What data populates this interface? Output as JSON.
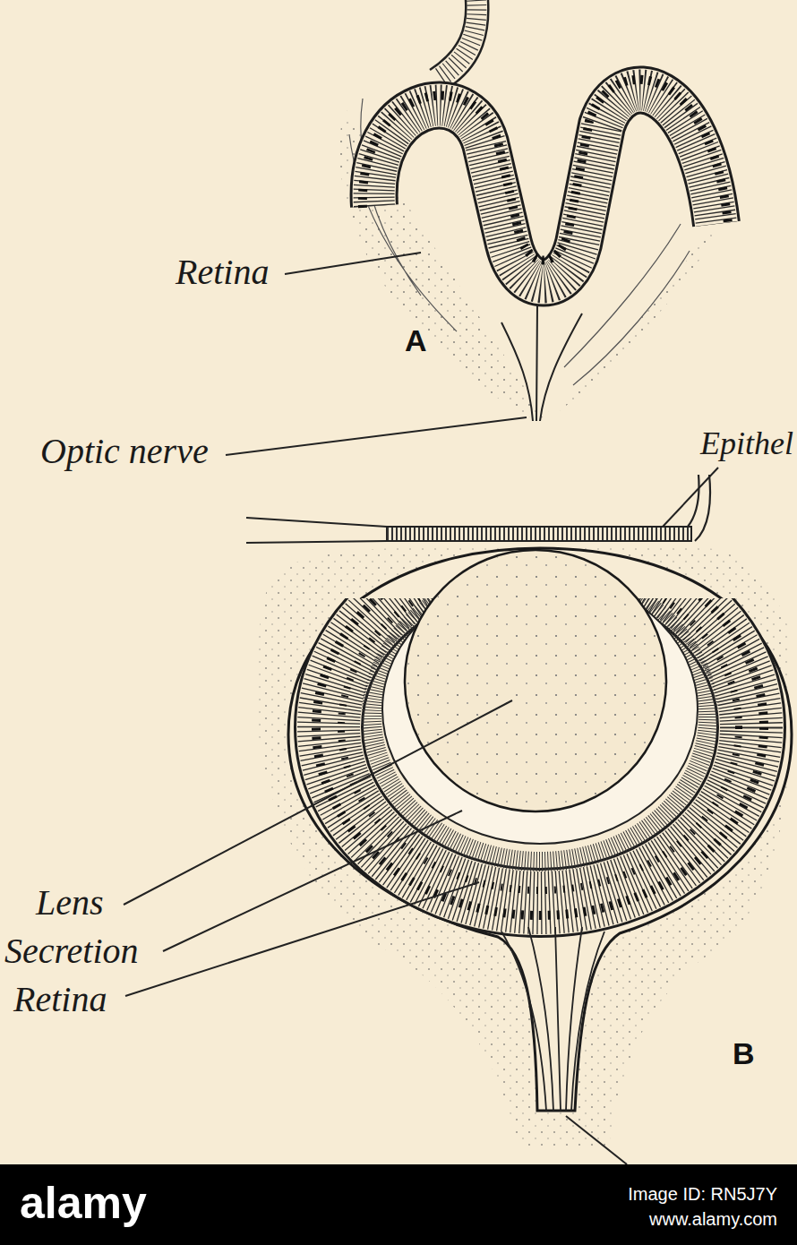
{
  "diagram": {
    "labels": [
      "Retina",
      "A",
      "Optic nerve",
      "Epithel",
      "Lens",
      "Secretion",
      "Retina",
      "B",
      "alamy",
      "Image ID: RN5J7Y",
      "www.alamy.com"
    ]
  }
}
